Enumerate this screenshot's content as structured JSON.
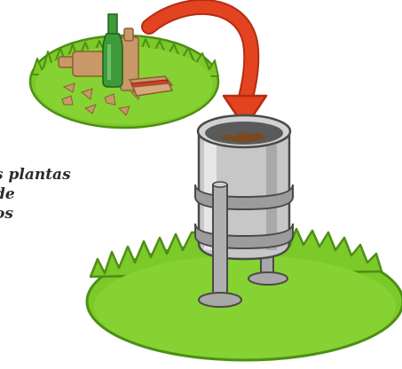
{
  "caption": {
    "line1": "s plantas",
    "line2": "de",
    "line3": "os"
  },
  "colors": {
    "grass": "#7cc92a",
    "grass_edge": "#4d8f14",
    "arrow": "#e3431f",
    "arrow_edge": "#b42d12",
    "bin_metal": "#c7c7c7",
    "bin_dark": "#5a5a5a",
    "bottle": "#3d9b3a",
    "cardboard": "#c89868"
  },
  "icons": [
    "small-grass-island",
    "green-bottle-icon",
    "cardboard-rolls-icon",
    "sandwich-icon",
    "paper-scraps-icon",
    "curved-arrow-icon",
    "large-grass-island",
    "compost-bin-icon"
  ]
}
